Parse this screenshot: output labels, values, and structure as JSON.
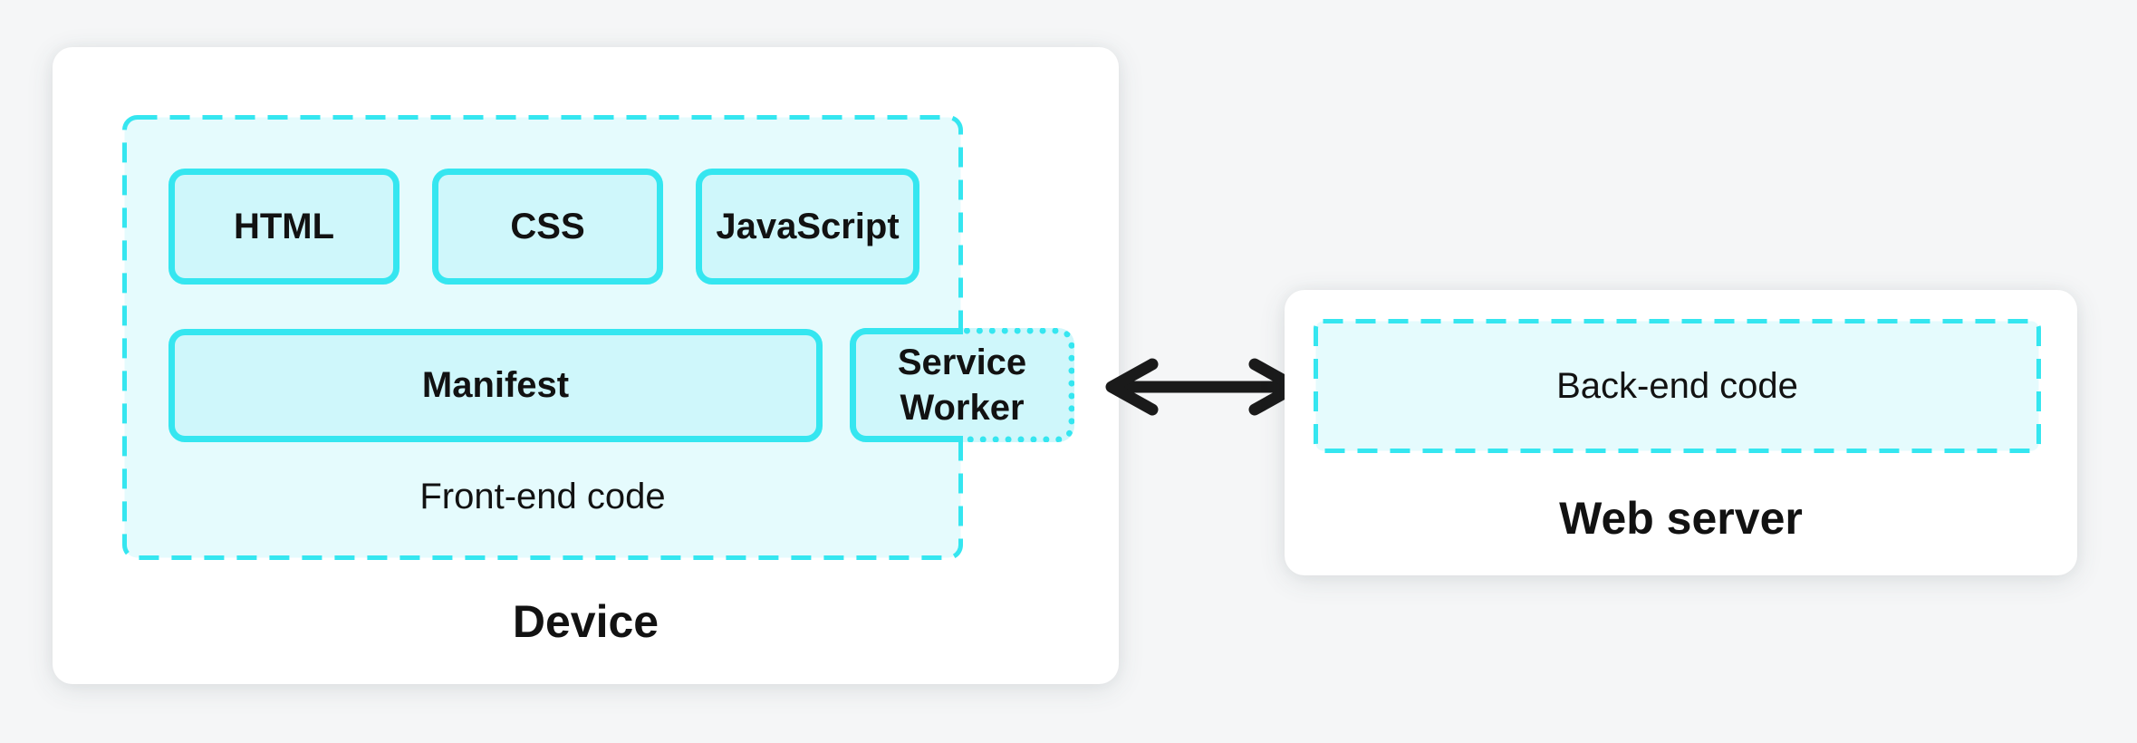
{
  "colors": {
    "accent": "#35e6f0",
    "box-fill": "#cff7fb",
    "panel-fill": "#e5fbfd",
    "ink": "#121212",
    "card-bg": "#ffffff",
    "page-bg": "#f5f6f7",
    "arrow": "#1a1a1a"
  },
  "device": {
    "title": "Device",
    "frontend": {
      "label": "Front-end code",
      "files": [
        "HTML",
        "CSS",
        "JavaScript",
        "Manifest",
        "Service Worker"
      ]
    }
  },
  "server": {
    "title": "Web server",
    "backend_label": "Back-end code"
  }
}
